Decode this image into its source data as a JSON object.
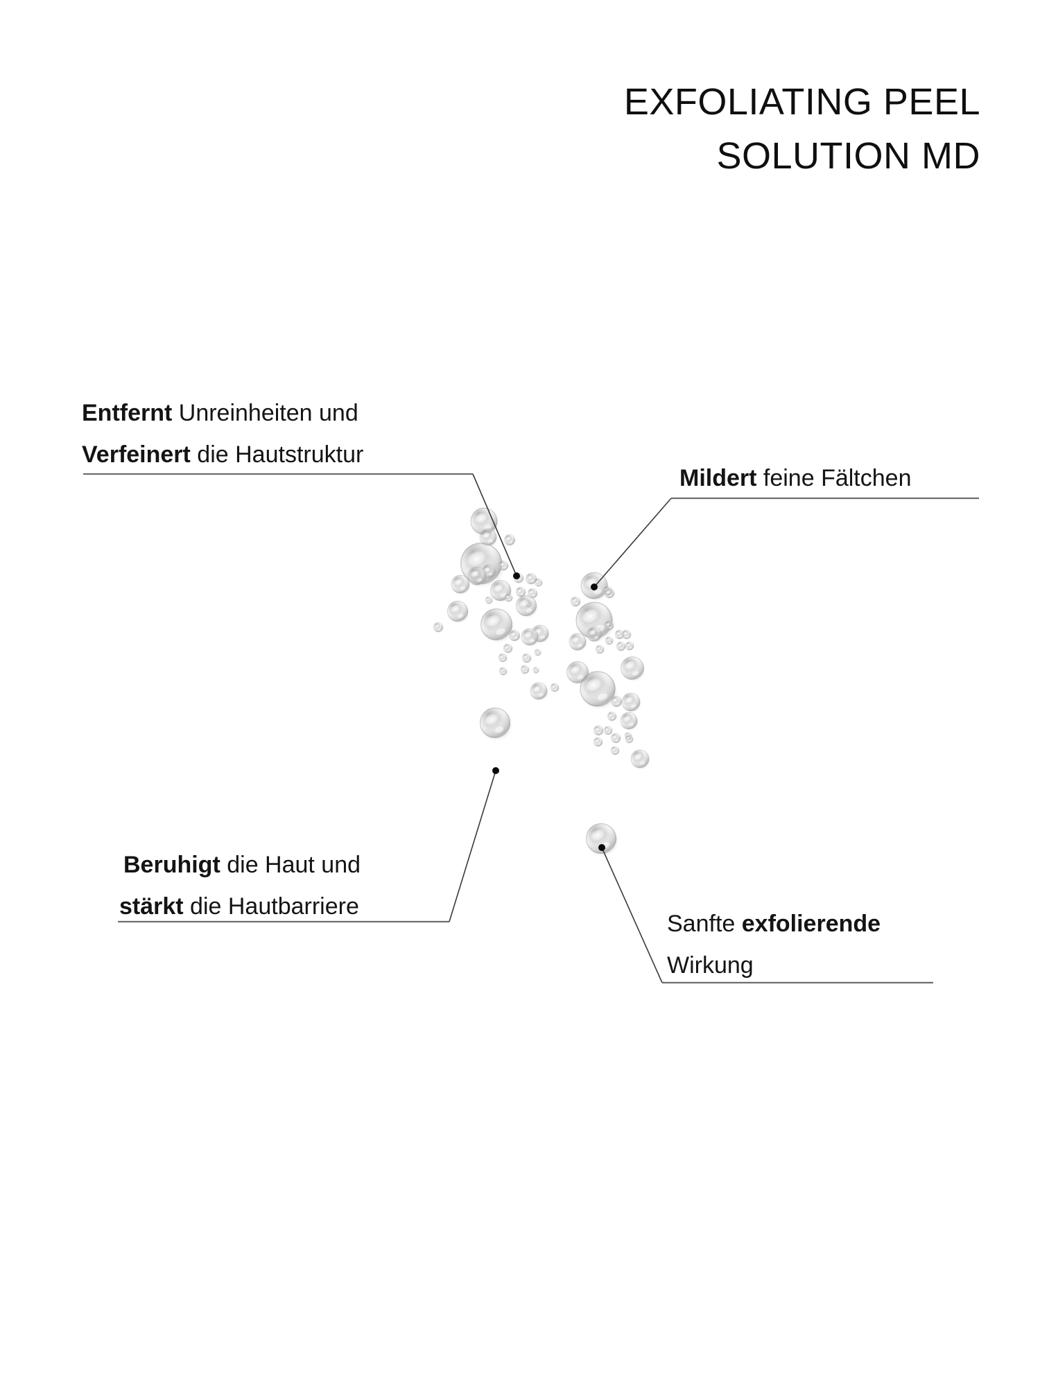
{
  "product": {
    "title_line_1": "EXFOLIATING PEEL",
    "title_line_2": "SOLUTION MD"
  },
  "colors": {
    "text": "#141414",
    "title": "#100f10",
    "rule": "#6d6d6d",
    "leader": "#3a3a3a",
    "background": "#ffffff",
    "bubble": "#b8b8b8"
  },
  "callouts": [
    {
      "id": "removes",
      "position": "top-left",
      "line1_bold": "Entfernt",
      "line1_rest": " Unreinheiten und",
      "line2_bold": "Verfeinert",
      "line2_rest": " die Hautstruktur"
    },
    {
      "id": "softens",
      "position": "top-right",
      "line1_bold": "Mildert",
      "line1_rest": " feine Fältchen",
      "line2_bold": "",
      "line2_rest": ""
    },
    {
      "id": "soothes",
      "position": "bottom-left",
      "line1_bold": "Beruhigt",
      "line1_rest": " die Haut und",
      "line2_bold": "stärkt",
      "line2_rest": " die Hautbarriere"
    },
    {
      "id": "gentle",
      "position": "bottom-right",
      "line1_pre": "Sanfte ",
      "line1_bold": "exfolierende",
      "line2_rest": "Wirkung"
    }
  ]
}
